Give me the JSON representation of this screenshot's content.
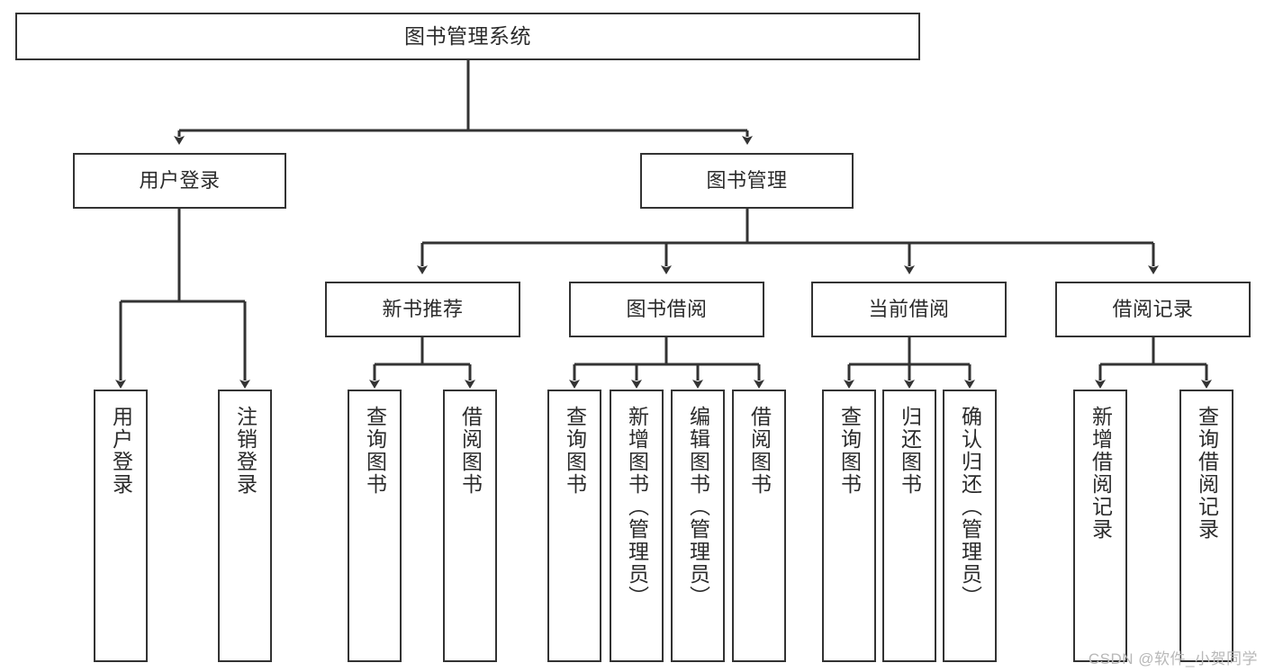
{
  "diagram": {
    "title": "图书管理系统",
    "type": "tree-hierarchy",
    "orientation": "top-down",
    "colors": {
      "node_border": "#333333",
      "node_fill": "#ffffff",
      "edge": "#333333",
      "text": "#2b2b2b",
      "watermark": "#b8b8b8",
      "background": "#ffffff"
    },
    "nodes": {
      "root": {
        "label": "图书管理系统"
      },
      "level1": [
        {
          "label": "用户登录"
        },
        {
          "label": "图书管理"
        }
      ],
      "level2": [
        {
          "label": "新书推荐"
        },
        {
          "label": "图书借阅"
        },
        {
          "label": "当前借阅"
        },
        {
          "label": "借阅记录"
        }
      ],
      "leaves": {
        "user_login": [
          {
            "label": "用户登录"
          },
          {
            "label": "注销登录"
          }
        ],
        "new_book_recommend": [
          {
            "label": "查询图书"
          },
          {
            "label": "借阅图书"
          }
        ],
        "book_borrow": [
          {
            "label": "查询图书"
          },
          {
            "label": "新增图书（管理员）"
          },
          {
            "label": "编辑图书（管理员）"
          },
          {
            "label": "借阅图书"
          }
        ],
        "current_borrow": [
          {
            "label": "查询图书"
          },
          {
            "label": "归还图书"
          },
          {
            "label": "确认归还（管理员）"
          }
        ],
        "borrow_record": [
          {
            "label": "新增借阅记录"
          },
          {
            "label": "查询借阅记录"
          }
        ]
      }
    },
    "watermark": "CSDN @软件_小贺同学"
  }
}
